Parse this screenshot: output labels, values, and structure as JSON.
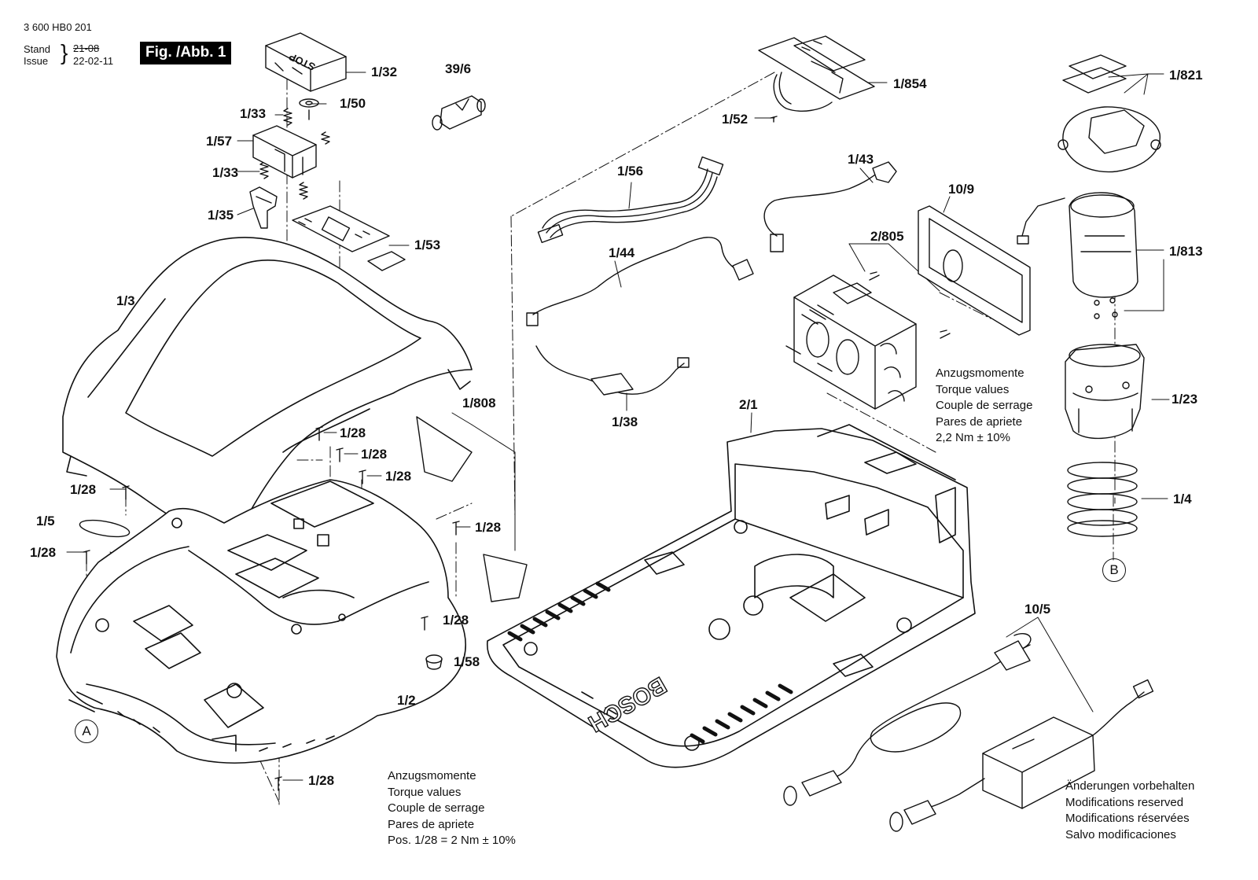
{
  "header": {
    "doc_number": "3 600 HB0 201",
    "stand_label": "Stand",
    "issue_label": "Issue",
    "old_date": "21-08",
    "new_date": "22-02-11",
    "figure_label": "Fig. /Abb. 1"
  },
  "parts": {
    "p1_32": "1/32",
    "p39_6": "39/6",
    "p1_33a": "1/33",
    "p1_50": "1/50",
    "p1_57": "1/57",
    "p1_33b": "1/33",
    "p1_35": "1/35",
    "p1_53": "1/53",
    "p1_3": "1/3",
    "p1_854": "1/854",
    "p1_52": "1/52",
    "p1_821": "1/821",
    "p1_56": "1/56",
    "p1_43": "1/43",
    "p10_9": "10/9",
    "p2_805": "2/805",
    "p1_813": "1/813",
    "p1_44": "1/44",
    "p1_38": "1/38",
    "p1_23": "1/23",
    "p2_1": "2/1",
    "p1_808": "1/808",
    "p1_28a": "1/28",
    "p1_28b": "1/28",
    "p1_28c": "1/28",
    "p1_28d": "1/28",
    "p1_5": "1/5",
    "p1_28e": "1/28",
    "p1_28f": "1/28",
    "p1_28g": "1/28",
    "p1_58": "1/58",
    "p1_2": "1/2",
    "p1_28h": "1/28",
    "p1_4": "1/4",
    "p10_5": "10/5",
    "stop_text": "STOP",
    "brand": "BOSCH"
  },
  "markers": {
    "a": "A",
    "b": "B"
  },
  "torque_right": {
    "line1": "Anzugsmomente",
    "line2": "Torque values",
    "line3": "Couple de serrage",
    "line4": "Pares de apriete",
    "line5": "2,2 Nm  ± 10%"
  },
  "torque_bottom": {
    "line1": "Anzugsmomente",
    "line2": "Torque values",
    "line3": "Couple de serrage",
    "line4": "Pares de apriete",
    "line5": "Pos.    1/28 = 2 Nm  ± 10%"
  },
  "modifications": {
    "line1": "Änderungen vorbehalten",
    "line2": "Modifications reserved",
    "line3": "Modifications réservées",
    "line4": "Salvo modificaciones"
  }
}
